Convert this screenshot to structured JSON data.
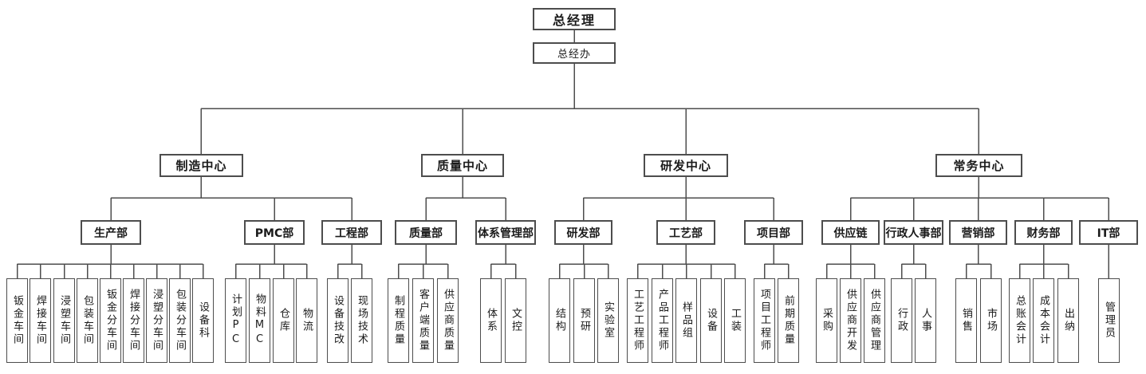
{
  "root_label": "总经理",
  "office_label": "总经办",
  "centers": [
    {
      "label": "制造中心",
      "departments": [
        {
          "label": "生产部",
          "leaves": [
            "钣金车间",
            "焊接车间",
            "浸塑车间",
            "包装车间",
            "钣金分车间",
            "焊接分车间",
            "浸塑分车间",
            "包装分车间",
            "设备科"
          ]
        },
        {
          "label": "PMC部",
          "leaves": [
            "计划PC",
            "物料MC",
            "仓库",
            "物流"
          ]
        },
        {
          "label": "工程部",
          "leaves": [
            "设备技改",
            "现场技术"
          ]
        }
      ]
    },
    {
      "label": "质量中心",
      "departments": [
        {
          "label": "质量部",
          "leaves": [
            "制程质量",
            "客户端质量",
            "供应商质量"
          ]
        },
        {
          "label": "体系管理部",
          "leaves": [
            "体系",
            "文控"
          ]
        }
      ]
    },
    {
      "label": "研发中心",
      "departments": [
        {
          "label": "研发部",
          "leaves": [
            "结构",
            "预研",
            "实验室"
          ]
        },
        {
          "label": "工艺部",
          "leaves": [
            "工艺工程师",
            "产品工程师",
            "样品组",
            "设备",
            "工装"
          ]
        },
        {
          "label": "项目部",
          "leaves": [
            "项目工程师",
            "前期质量"
          ]
        }
      ]
    },
    {
      "label": "常务中心",
      "departments": [
        {
          "label": "供应链",
          "leaves": [
            "采购",
            "供应商开发",
            "供应商管理"
          ]
        },
        {
          "label": "行政人事部",
          "leaves": [
            "行政",
            "人事"
          ]
        },
        {
          "label": "营销部",
          "leaves": [
            "销售",
            "市场"
          ]
        },
        {
          "label": "财务部",
          "leaves": [
            "总账会计",
            "成本会计",
            "出纳"
          ]
        },
        {
          "label": "IT部",
          "leaves": [
            "管理员"
          ]
        }
      ]
    }
  ],
  "colors": {
    "line": "#4d4d4d",
    "box_border": "#4d4d4d",
    "background": "#ffffff",
    "text": "#1a1a1a"
  }
}
